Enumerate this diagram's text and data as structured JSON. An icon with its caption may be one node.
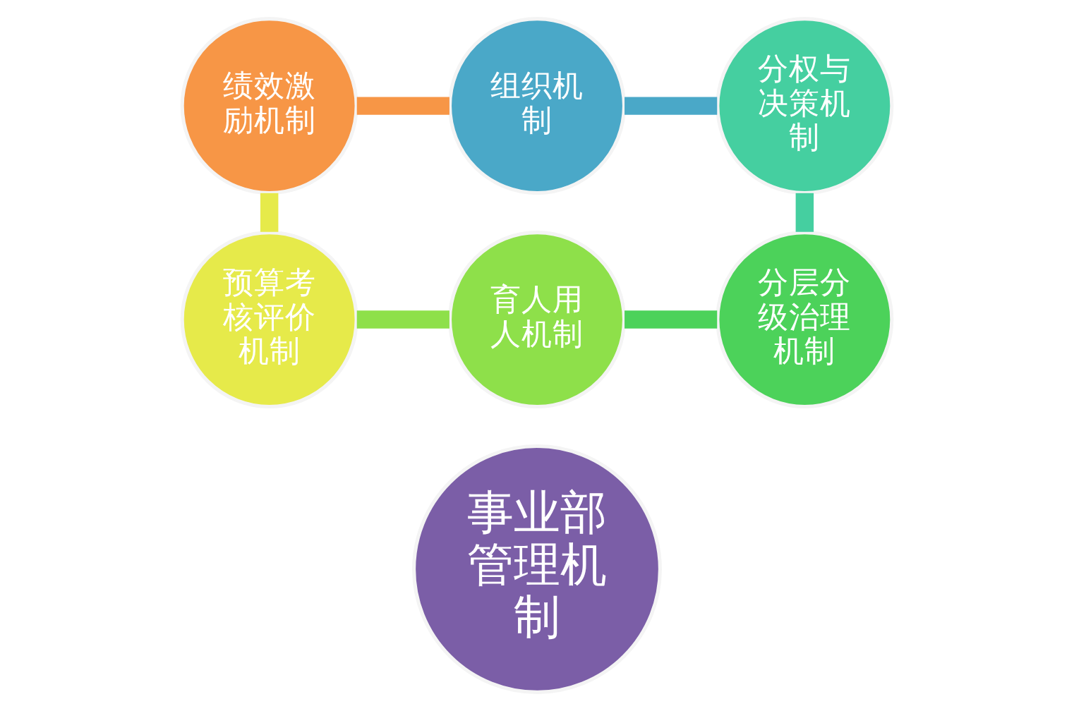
{
  "diagram": {
    "nodes": [
      {
        "text": [
          "事业部管理机制"
        ]
      },
      {
        "text": [
          "组织机制"
        ]
      },
      {
        "text": [
          "分权与决策机制"
        ]
      },
      {
        "text": [
          "分层分级治理机制"
        ]
      },
      {
        "text": [
          "育人用人机制"
        ]
      },
      {
        "text": [
          "预算考核评价机制"
        ]
      },
      {
        "text": [
          "绩效激励机制"
        ]
      }
    ],
    "edges": [
      {
        "from": 1,
        "to": 2,
        "arrow": "none",
        "color": "#4aa8c8"
      },
      {
        "from": 2,
        "to": 3,
        "arrow": "none",
        "color": "#45cfa0"
      },
      {
        "from": 4,
        "to": 3,
        "arrow": "none",
        "color": "#4cd25a"
      },
      {
        "from": 5,
        "to": 4,
        "arrow": "none",
        "color": "#8ee04a"
      },
      {
        "from": 6,
        "to": 5,
        "arrow": "none",
        "color": "#e6ea4a"
      },
      {
        "from": 6,
        "to": 1,
        "arrow": "none",
        "color": "#f79646"
      }
    ]
  }
}
